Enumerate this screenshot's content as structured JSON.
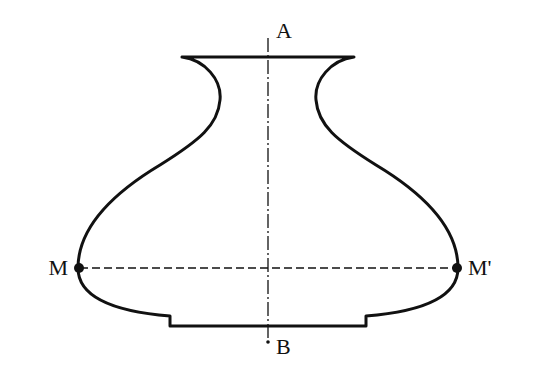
{
  "diagram": {
    "labels": [
      "A",
      "B",
      "M",
      "M'"
    ]
  }
}
